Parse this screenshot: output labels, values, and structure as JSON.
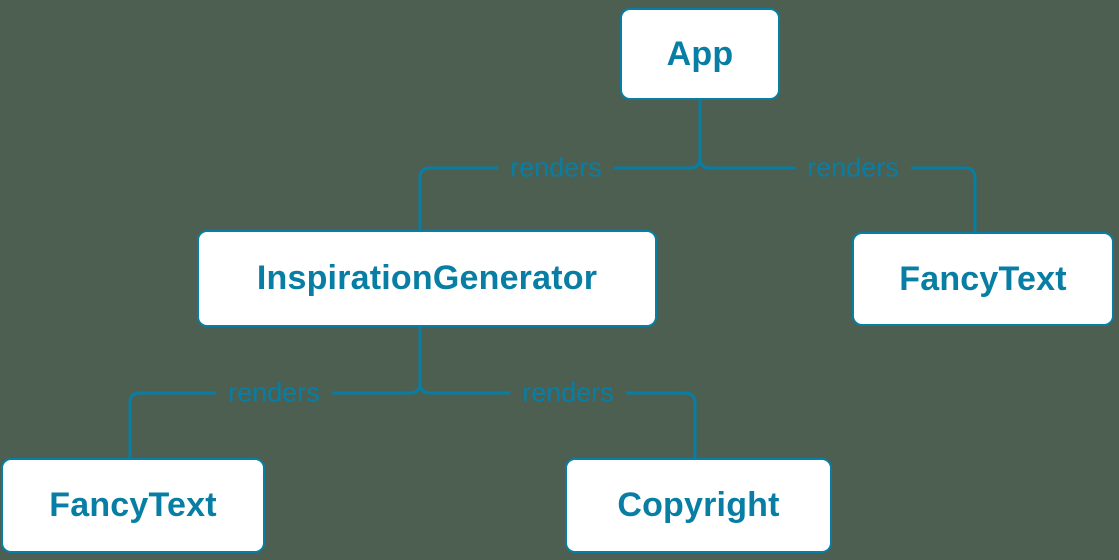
{
  "theme": {
    "background": "#4c5f50",
    "accent": "#087ea4",
    "node_fill": "#ffffff"
  },
  "diagram": {
    "nodes": [
      {
        "id": "app",
        "label": "App"
      },
      {
        "id": "inspiration-generator",
        "label": "InspirationGenerator"
      },
      {
        "id": "fancy-text-top",
        "label": "FancyText"
      },
      {
        "id": "fancy-text-bottom",
        "label": "FancyText"
      },
      {
        "id": "copyright",
        "label": "Copyright"
      }
    ],
    "edges": [
      {
        "from": "App",
        "to": "InspirationGenerator",
        "label": "renders"
      },
      {
        "from": "App",
        "to": "FancyText",
        "label": "renders"
      },
      {
        "from": "InspirationGenerator",
        "to": "FancyText",
        "label": "renders"
      },
      {
        "from": "InspirationGenerator",
        "to": "Copyright",
        "label": "renders"
      }
    ]
  }
}
